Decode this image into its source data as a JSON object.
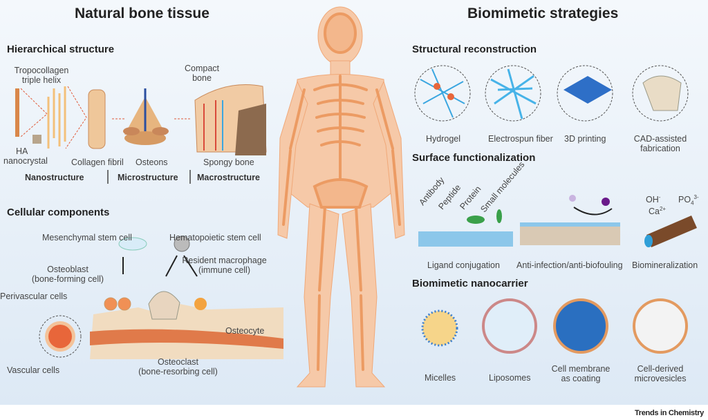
{
  "left": {
    "title": "Natural bone tissue",
    "hierarchical": {
      "title": "Hierarchical structure",
      "tropocollagen": "Tropocollagen",
      "triple_helix": "triple helix",
      "ha": "HA",
      "nanocrystal": "nanocrystal",
      "collagen_fibril": "Collagen fibril",
      "osteons": "Osteons",
      "compact": "Compact",
      "bone": "bone",
      "spongy_bone": "Spongy bone",
      "levels": [
        "Nanostructure",
        "Microstructure",
        "Macrostructure"
      ]
    },
    "cellular": {
      "title": "Cellular components",
      "msc": "Mesenchymal stem cell",
      "hsc": "Hematopoietic stem cell",
      "osteoblast": "Osteoblast",
      "osteoblast_desc": "(bone-forming cell)",
      "macrophage": "Resident macrophage",
      "macrophage_desc": "(immune cell)",
      "perivascular": "Perivascular cells",
      "osteocyte": "Osteocyte",
      "vascular": "Vascular cells",
      "osteoclast": "Osteoclast",
      "osteoclast_desc": "(bone-resorbing cell)"
    }
  },
  "right": {
    "title": "Biomimetic strategies",
    "structural": {
      "title": "Structural reconstruction",
      "items": [
        "Hydrogel",
        "Electrospun fiber",
        "3D printing",
        "CAD-assisted",
        "fabrication"
      ]
    },
    "surface": {
      "title": "Surface functionalization",
      "ligands": [
        "Antibody",
        "Peptide",
        "Protein",
        "Small molecules"
      ],
      "items": [
        "Ligand conjugation",
        "Anti-infection/anti-biofouling",
        "Biomineralization"
      ],
      "ions": {
        "oh": "OH",
        "oh_sup": "-",
        "po": "PO",
        "po_sub": "4",
        "po_sup": "3-",
        "ca": "Ca",
        "ca_sup": "2+"
      }
    },
    "nanocarrier": {
      "title": "Biomimetic nanocarrier",
      "items": [
        "Micelles",
        "Liposomes",
        "Cell membrane",
        "as coating",
        "Cell-derived",
        "microvesicles"
      ]
    }
  },
  "brand": "Trends in Chemistry",
  "colors": {
    "bone": "#f0a878",
    "blood_red": "#d94a3a",
    "blue": "#3aa6e0",
    "panel": "#e6eff8"
  }
}
